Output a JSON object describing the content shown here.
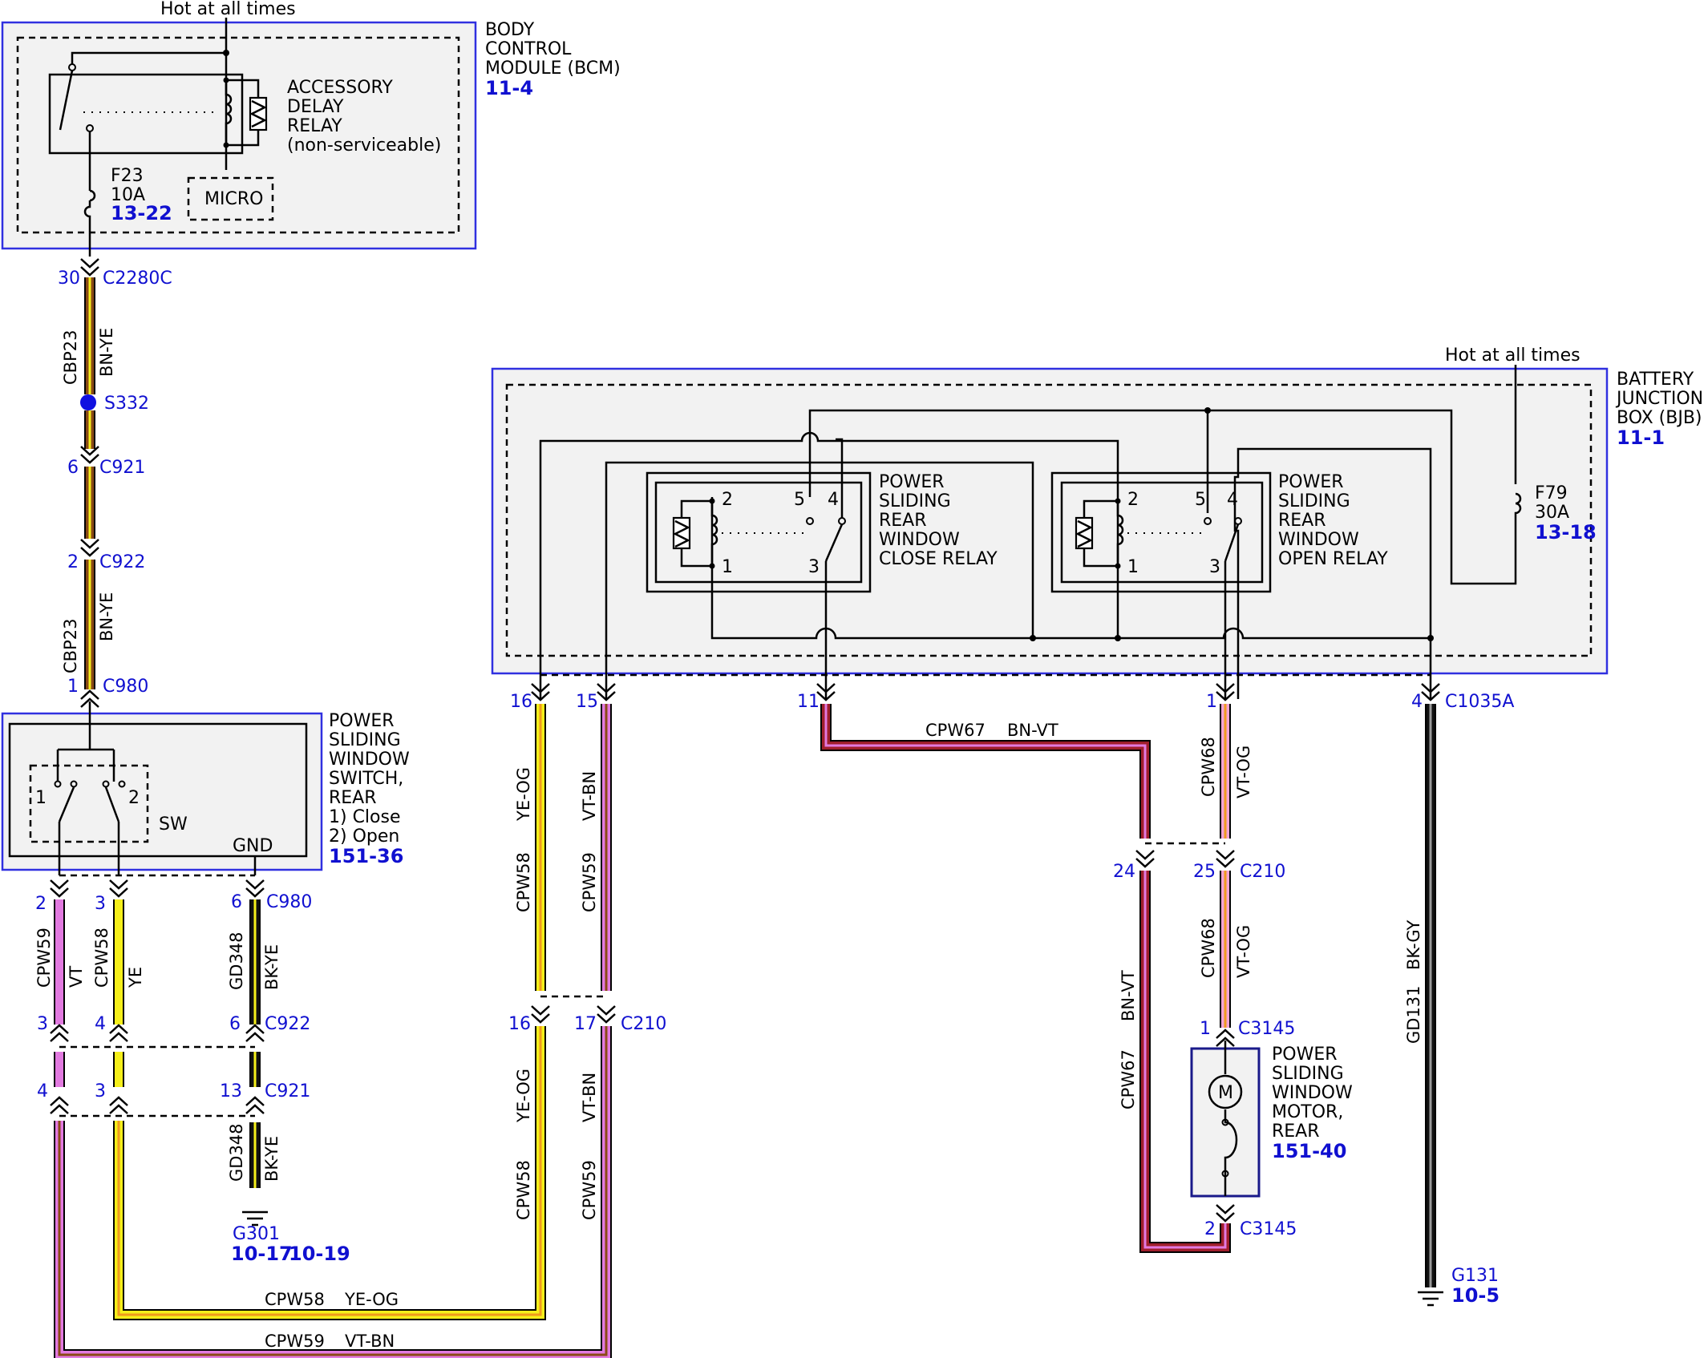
{
  "colors": {
    "pin_blue": "#1010d0",
    "module_border": "#3030e0",
    "module_fill": "#f2f2f2",
    "BN": "#8a4a16",
    "YE": "#f5ef1a",
    "OG": "#f09a1e",
    "VT": "#e27ae0",
    "BK": "#111111",
    "GY": "#9a9a9a",
    "RD": "#a01e2c",
    "PK": "#f4a4d4"
  },
  "bcm": {
    "hot": "Hot at all times",
    "name": [
      "BODY",
      "CONTROL",
      "MODULE (BCM)"
    ],
    "ref": "11-4",
    "relay": [
      "ACCESSORY",
      "DELAY",
      "RELAY",
      "(non-serviceable)"
    ],
    "micro": "MICRO",
    "fuse": [
      "F23",
      "10A"
    ],
    "fuse_ref": "13-22"
  },
  "bjb": {
    "hot": "Hot at all times",
    "name": [
      "BATTERY",
      "JUNCTION",
      "BOX (BJB)"
    ],
    "ref": "11-1",
    "close_relay": [
      "POWER",
      "SLIDING",
      "REAR",
      "WINDOW",
      "CLOSE RELAY"
    ],
    "open_relay": [
      "POWER",
      "SLIDING",
      "REAR",
      "WINDOW",
      "OPEN RELAY"
    ],
    "relay_pins": [
      "1",
      "2",
      "3",
      "4",
      "5"
    ],
    "fuse": [
      "F79",
      "30A"
    ],
    "fuse_ref": "13-18"
  },
  "switch": {
    "name": [
      "POWER",
      "SLIDING",
      "WINDOW",
      "SWITCH,",
      "REAR",
      "1) Close",
      "2) Open"
    ],
    "ref": "151-36",
    "sw": "SW",
    "gnd": "GND",
    "p1": "1",
    "p2": "2"
  },
  "motor": {
    "name": [
      "POWER",
      "SLIDING",
      "WINDOW",
      "MOTOR,",
      "REAR"
    ],
    "ref": "151-40",
    "symbol": "M"
  },
  "grounds": {
    "g301": "G301",
    "g301_refs": [
      "10-17",
      "10-19"
    ],
    "g131": "G131",
    "g131_ref": "10-5"
  },
  "splice": "S332",
  "connectors": {
    "c2280c": {
      "pin": "30",
      "name": "C2280C"
    },
    "c921a": {
      "pin": "6",
      "name": "C921"
    },
    "c922a": {
      "pin": "2",
      "name": "C922"
    },
    "c980a": {
      "pin": "1",
      "name": "C980"
    },
    "sw_out": {
      "pins": [
        "2",
        "3",
        "6"
      ],
      "name": "C980"
    },
    "sw_c922": {
      "pins": [
        "3",
        "4",
        "6"
      ],
      "name": "C922"
    },
    "sw_c921": {
      "pins": [
        "4",
        "3",
        "13"
      ],
      "name": "C921"
    },
    "bjb_out": {
      "pins": [
        "16",
        "15",
        "11",
        "1",
        "4"
      ],
      "name": "C1035A"
    },
    "c210_a": {
      "pins": [
        "16",
        "17"
      ],
      "name": "C210"
    },
    "c210_b": {
      "pins": [
        "24",
        "25"
      ],
      "name": "C210"
    },
    "c3145_1": {
      "pin": "1",
      "name": "C3145"
    },
    "c3145_2": {
      "pin": "2",
      "name": "C3145"
    }
  },
  "wires": {
    "cbp23": [
      "CBP23",
      "BN-YE"
    ],
    "cpw59_vt": [
      "CPW59",
      "VT"
    ],
    "cpw58_ye": [
      "CPW58",
      "YE"
    ],
    "gd348": [
      "GD348",
      "BK-YE"
    ],
    "cpw58_yeog": [
      "CPW58",
      "YE-OG"
    ],
    "cpw59_vtbn": [
      "CPW59",
      "VT-BN"
    ],
    "cpw67": [
      "CPW67",
      "BN-VT"
    ],
    "cpw68": [
      "CPW68",
      "VT-OG"
    ],
    "gd131": [
      "GD131",
      "BK-GY"
    ]
  }
}
